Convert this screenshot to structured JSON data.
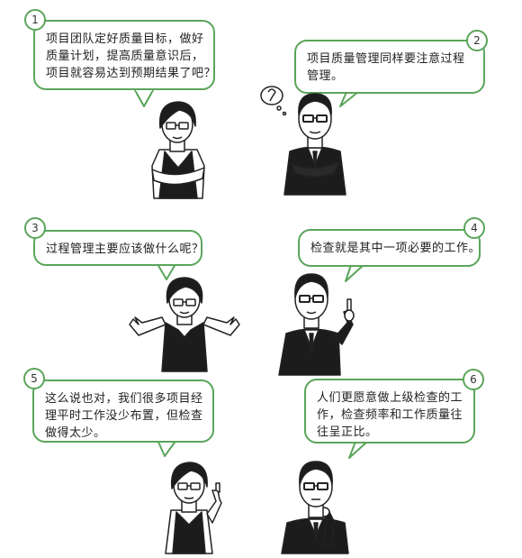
{
  "panels": [
    {
      "number": "1",
      "lines": [
        "项目团队定好质量目标，做好",
        "质量计划，提高质量意识后，",
        "项目就容易达到预期结果了吧？"
      ]
    },
    {
      "number": "2",
      "lines": [
        "项目质量管理同样要注意过程",
        "管理。"
      ]
    },
    {
      "number": "3",
      "lines": [
        "过程管理主要应该做什么呢？"
      ]
    },
    {
      "number": "4",
      "lines": [
        "检查就是其中一项必要的工作。"
      ]
    },
    {
      "number": "5",
      "lines": [
        "这么说也对，我们很多项目经",
        "理平时工作没少布置，但检查",
        "做得太少。"
      ]
    },
    {
      "number": "6",
      "lines": [
        "人们更愿意做上级检查的工",
        "作，检查频率和工作质量往",
        "往呈正比。"
      ]
    }
  ],
  "colors": {
    "bubble_border": "#5aa55a"
  }
}
